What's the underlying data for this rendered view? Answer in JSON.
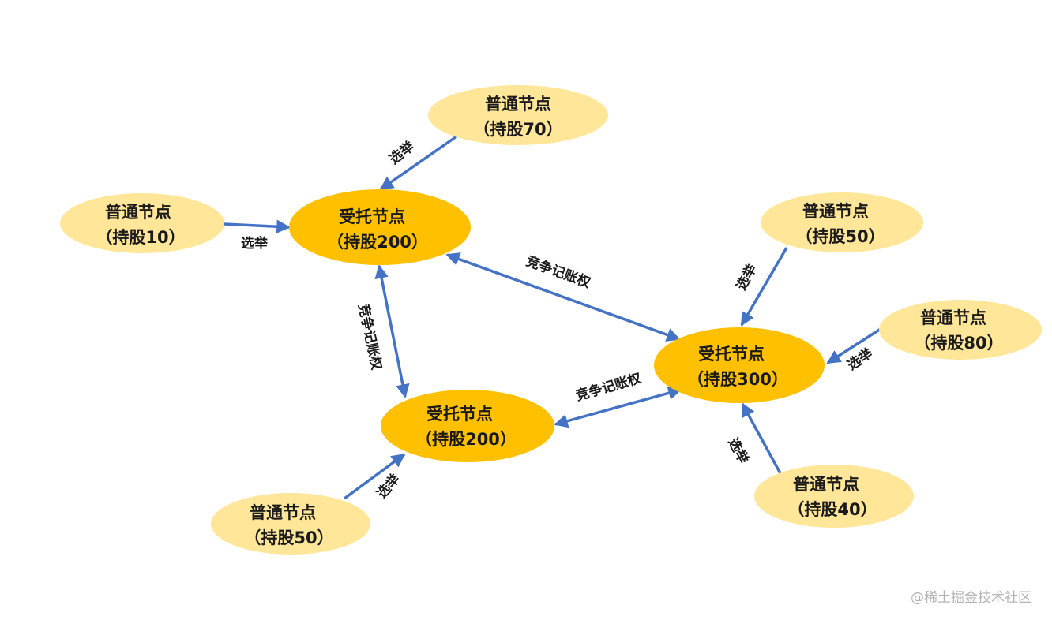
{
  "nodes": {
    "regular_70": {
      "title": "普通节点",
      "stake": "（持股70）"
    },
    "regular_10": {
      "title": "普通节点",
      "stake": "（持股10）"
    },
    "regular_50_right": {
      "title": "普通节点",
      "stake": "（持股50）"
    },
    "regular_80": {
      "title": "普通节点",
      "stake": "（持股80）"
    },
    "regular_40": {
      "title": "普通节点",
      "stake": "（持股40）"
    },
    "regular_50_left": {
      "title": "普通节点",
      "stake": "（持股50）"
    },
    "delegate_200_top": {
      "title": "受托节点",
      "stake": "（持股200）"
    },
    "delegate_200_bottom": {
      "title": "受托节点",
      "stake": "（持股200）"
    },
    "delegate_300": {
      "title": "受托节点",
      "stake": "（持股300）"
    }
  },
  "edge_labels": {
    "vote": "选举",
    "compete": "竞争记账权"
  },
  "colors": {
    "regular_fill": "#FFE699",
    "delegate_fill": "#FFC000",
    "arrow": "#4472C4"
  },
  "watermark": "@稀土掘金技术社区"
}
